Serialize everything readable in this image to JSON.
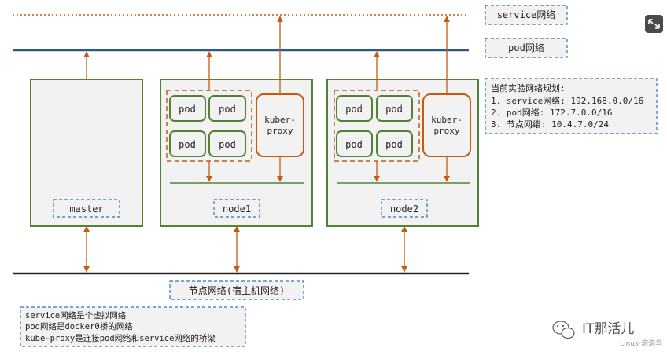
{
  "legend": {
    "service_network": "service网络",
    "pod_network": "pod网络"
  },
  "nodes": {
    "master": "master",
    "node1": "node1",
    "node2": "node2"
  },
  "pod_label": "pod",
  "kube_proxy_line1": "kuber-",
  "kube_proxy_line2": "proxy",
  "node_network": "节点网络(宿主机网络)",
  "plan": {
    "title": "当前实验网络规划:",
    "items": [
      "1. service网络: 192.168.0.0/16",
      "2. pod网络: 172.7.0.0/16",
      "3. 节点网络: 10.4.7.0/24"
    ]
  },
  "notes": [
    "service网络是个虚拟网络",
    "pod网络是docker0桥的网络",
    "kube-proxy是连接pod网络和service网络的桥梁"
  ],
  "watermark": {
    "brand": "IT那活儿",
    "sub": "Linux·滚滚鸟"
  },
  "colors": {
    "green": "#538135",
    "orange": "#C55A11",
    "blue": "#2F5597",
    "dashed_blue": "#2E75B6"
  }
}
